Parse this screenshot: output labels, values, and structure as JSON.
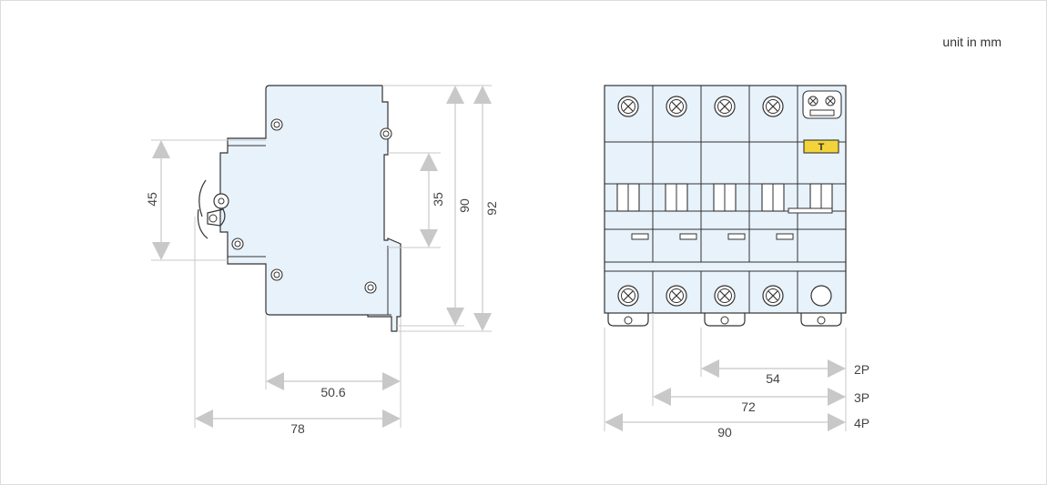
{
  "unit_label": "unit in mm",
  "side_view": {
    "dims": {
      "height_45": "45",
      "height_35": "35",
      "height_90": "90",
      "height_92": "92",
      "depth_50_6": "50.6",
      "depth_78": "78"
    }
  },
  "front_view": {
    "test_button_label": "T",
    "dims": {
      "width_54": "54",
      "width_72": "72",
      "width_90": "90"
    },
    "pole_labels": {
      "p2": "2P",
      "p3": "3P",
      "p4": "4P"
    }
  }
}
